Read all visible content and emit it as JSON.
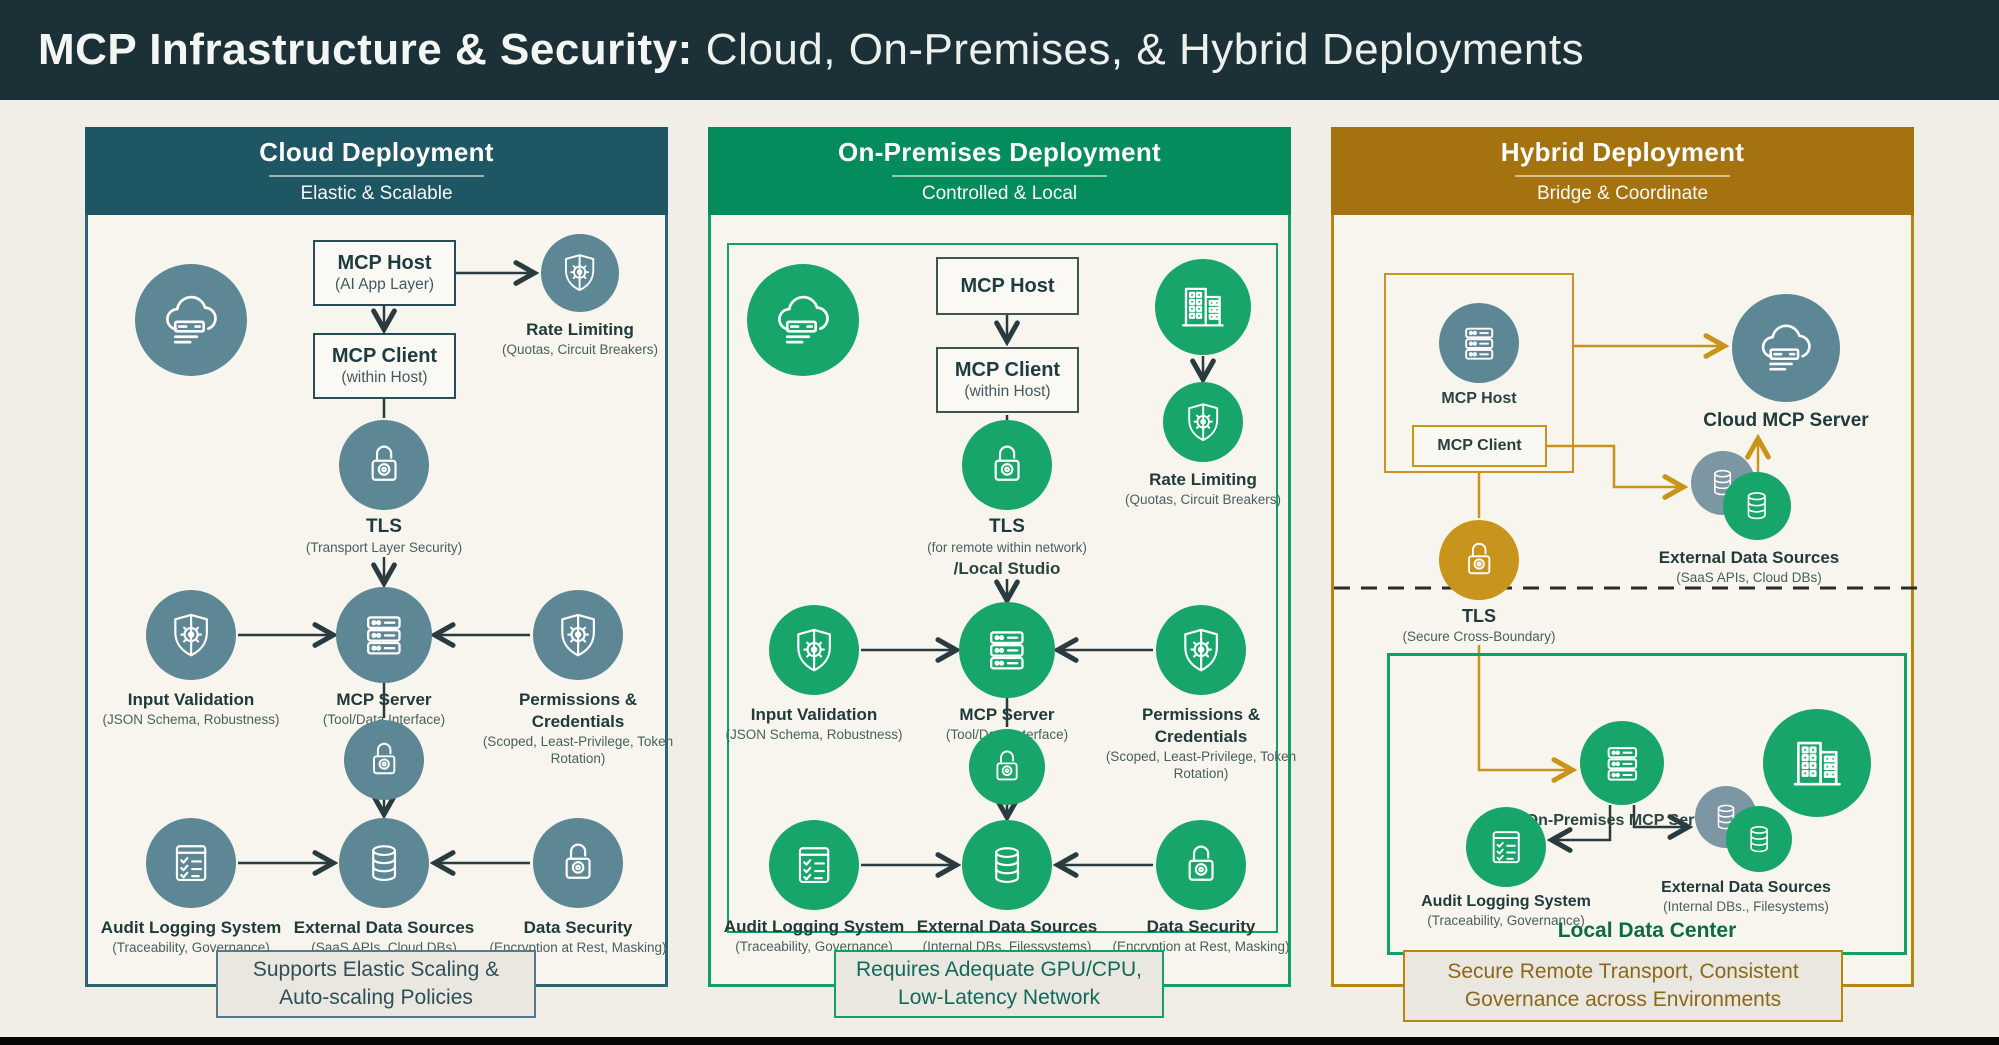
{
  "title": {
    "bold": "MCP Infrastructure & Security:",
    "regular": "Cloud, On-Premises, & Hybrid Deployments"
  },
  "colors": {
    "titlebar": "#1c3037",
    "accent_cloud": "#1f5664",
    "accent_onprem": "#048c5c",
    "accent_hybrid": "#a4720e",
    "steel_icon": "#5d8795",
    "green_icon": "#17a569",
    "gold_icon": "#c8941b",
    "background": "#f1eee7"
  },
  "icons": {
    "cloud_server": "cloud with server rack",
    "shield_gear": "shield with gear",
    "padlock": "padlock",
    "server_rack": "server rack",
    "checklist": "audit checklist",
    "database": "database cylinder",
    "building": "office building"
  },
  "columns": {
    "cloud": {
      "title": "Cloud Deployment",
      "subtitle": "Elastic & Scalable",
      "host_title": "MCP Host",
      "host_sub": "(AI App Layer)",
      "client_title": "MCP Client",
      "client_sub": "(within Host)",
      "rate_title": "Rate Limiting",
      "rate_sub": "(Quotas, Circuit Breakers)",
      "tls_title": "TLS",
      "tls_sub": "(Transport Layer Security)",
      "iv_title": "Input Validation",
      "iv_sub": "(JSON Schema, Robustness)",
      "server_title": "MCP Server",
      "server_sub": "(Tool/Data Interface)",
      "perm_title": "Permissions & Credentials",
      "perm_sub": "(Scoped, Least-Privilege, Token Rotation)",
      "audit_title": "Audit Logging System",
      "audit_sub": "(Traceability, Governance)",
      "ext_title": "External Data Sources",
      "ext_sub": "(SaaS APIs, Cloud DBs)",
      "sec_title": "Data Security",
      "sec_sub": "(Encryption at Rest, Masking)",
      "footer": "Supports Elastic Scaling & Auto-scaling Policies"
    },
    "onprem": {
      "title": "On-Premises Deployment",
      "subtitle": "Controlled & Local",
      "host_title": "MCP Host",
      "client_title": "MCP Client",
      "client_sub": "(within Host)",
      "rate_title": "Rate Limiting",
      "rate_sub": "(Quotas, Circuit Breakers)",
      "tls_title": "TLS",
      "tls_sub": "(for remote within network)",
      "tls_extra": "/Local Studio",
      "iv_title": "Input Validation",
      "iv_sub": "(JSON Schema, Robustness)",
      "server_title": "MCP Server",
      "server_sub": "(Tool/Data Interface)",
      "perm_title": "Permissions & Credentials",
      "perm_sub": "(Scoped, Least-Privilege, Token Rotation)",
      "audit_title": "Audit Logging System",
      "audit_sub": "(Traceability, Governance)",
      "ext_title": "External Data Sources",
      "ext_sub": "(Internal DBs, Filessystems)",
      "sec_title": "Data Security",
      "sec_sub": "(Encryption at Rest, Masking)",
      "footer": "Requires Adequate GPU/CPU, Low-Latency Network"
    },
    "hybrid": {
      "title": "Hybrid Deployment",
      "subtitle": "Bridge & Coordinate",
      "host_label": "MCP Host",
      "client_label": "MCP Client",
      "cloud_server_label": "Cloud MCP Server",
      "ext_top_title": "External Data Sources",
      "ext_top_sub": "(SaaS APIs, Cloud DBs)",
      "tls_title": "TLS",
      "tls_sub": "(Secure Cross-Boundary)",
      "onprem_server_label": "On-Premises MCP Server",
      "audit_title": "Audit Logging System",
      "audit_sub": "(Traceability, Governance)",
      "ext_bottom_title": "External Data Sources",
      "ext_bottom_sub": "(Internal DBs., Filesystems)",
      "local_dc_label": "Local Data Center",
      "footer": "Secure Remote Transport, Consistent Governance across Environments"
    }
  }
}
